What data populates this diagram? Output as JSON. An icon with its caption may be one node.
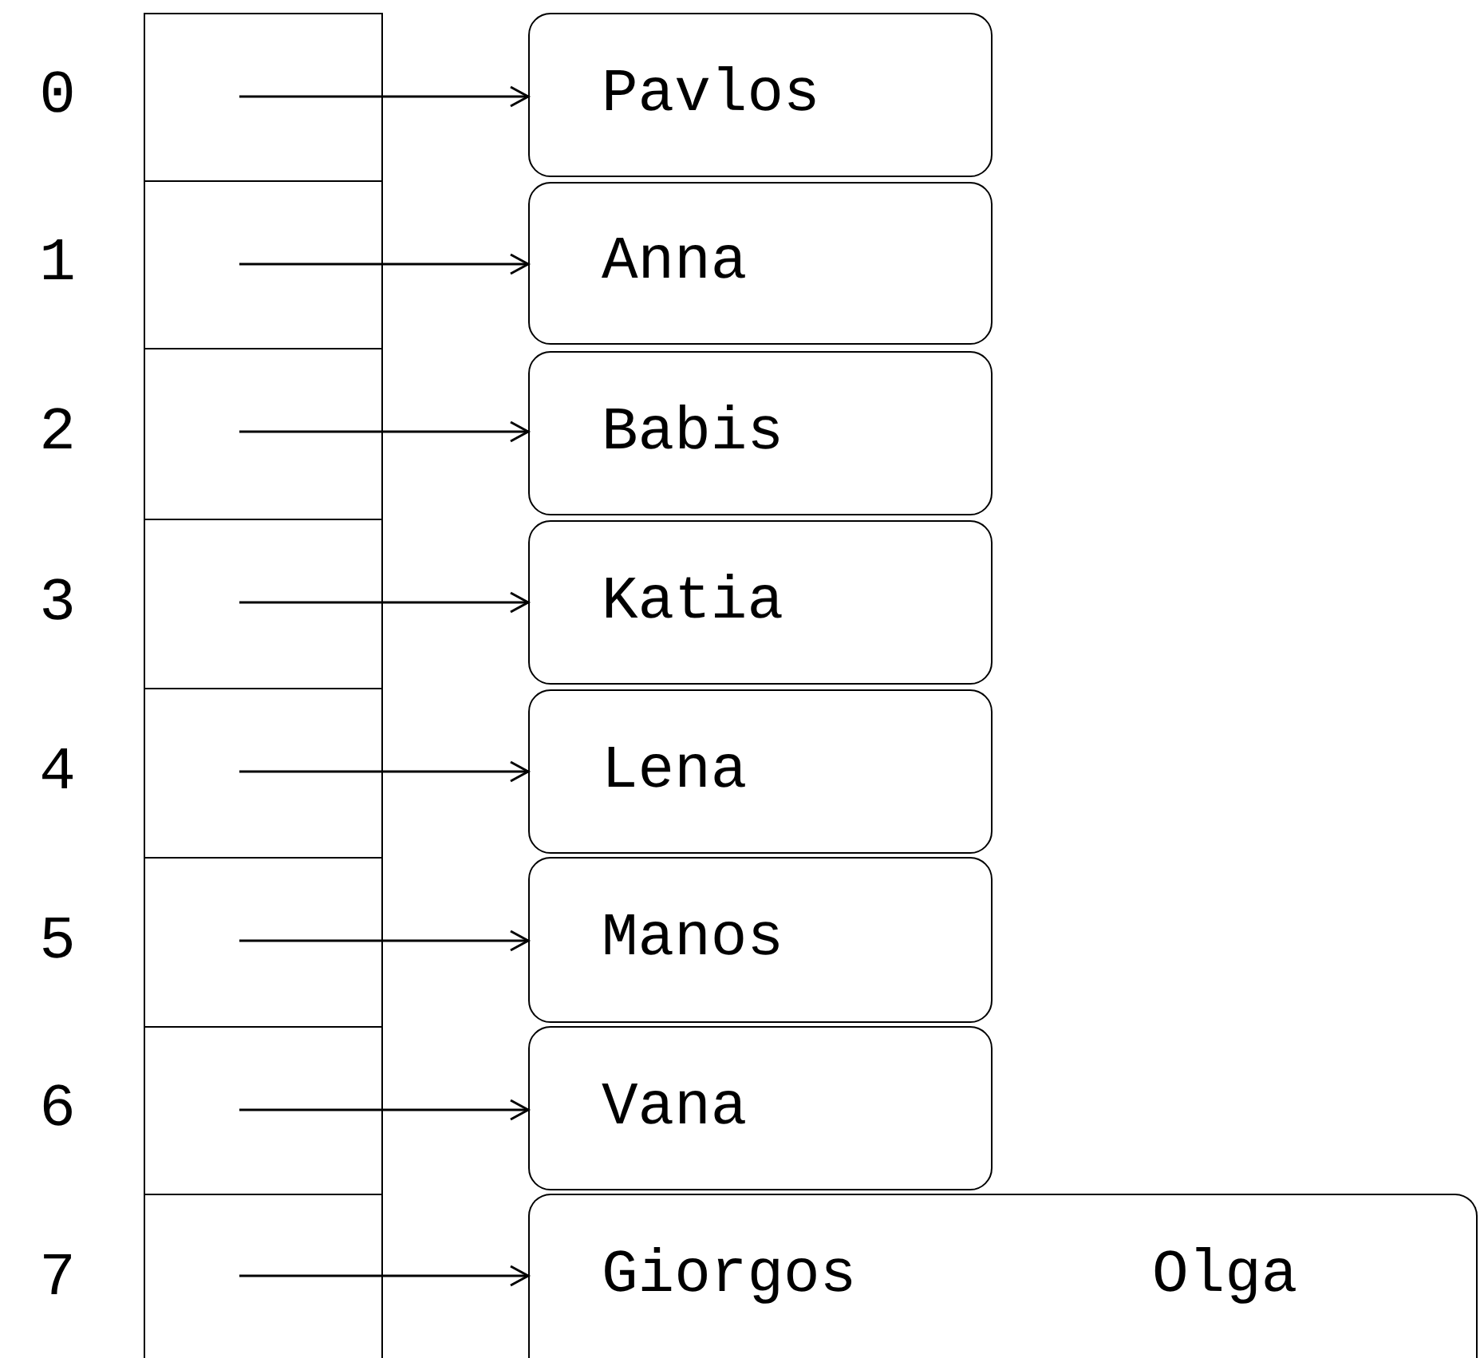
{
  "diagram": {
    "nodes": [
      {
        "text": [],
        "shape": "box",
        "beside": [
          "0"
        ]
      },
      {
        "text": [],
        "shape": "box",
        "beside": [
          "1"
        ]
      },
      {
        "text": [],
        "shape": "box",
        "beside": [
          "2"
        ]
      },
      {
        "text": [],
        "shape": "box",
        "beside": [
          "3"
        ]
      },
      {
        "text": [],
        "shape": "box",
        "beside": [
          "4"
        ]
      },
      {
        "text": [],
        "shape": "box",
        "beside": [
          "5"
        ]
      },
      {
        "text": [],
        "shape": "box",
        "beside": [
          "6"
        ]
      },
      {
        "text": [],
        "shape": "box",
        "beside": [
          "7"
        ]
      },
      {
        "text": [
          "Pavlos"
        ]
      },
      {
        "text": [
          "Anna"
        ]
      },
      {
        "text": [
          "Babis"
        ]
      },
      {
        "text": [
          "Katia"
        ]
      },
      {
        "text": [
          "Lena"
        ]
      },
      {
        "text": [
          "Manos"
        ]
      },
      {
        "text": [
          "Vana"
        ]
      },
      {
        "text": [
          "Giorgos",
          "Olga"
        ]
      }
    ],
    "edges": [
      {
        "from": 0,
        "to": 8,
        "arrow": "to"
      },
      {
        "from": 1,
        "to": 9,
        "arrow": "to"
      },
      {
        "from": 2,
        "to": 10,
        "arrow": "to"
      },
      {
        "from": 3,
        "to": 11,
        "arrow": "to"
      },
      {
        "from": 4,
        "to": 12,
        "arrow": "to"
      },
      {
        "from": 5,
        "to": 13,
        "arrow": "to"
      },
      {
        "from": 6,
        "to": 14,
        "arrow": "to"
      },
      {
        "from": 7,
        "to": 15,
        "arrow": "to"
      }
    ]
  }
}
